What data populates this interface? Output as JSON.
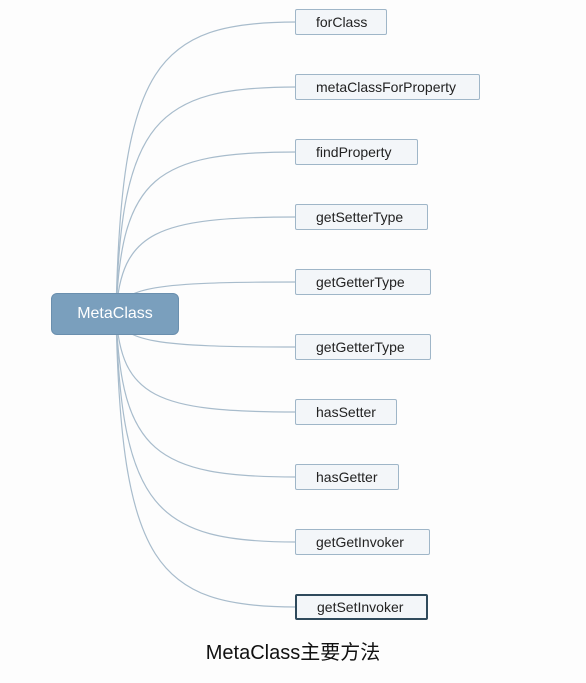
{
  "root": {
    "label": "MetaClass"
  },
  "children": [
    {
      "label": "forClass",
      "selected": false
    },
    {
      "label": "metaClassForProperty",
      "selected": false
    },
    {
      "label": "findProperty",
      "selected": false
    },
    {
      "label": "getSetterType",
      "selected": false
    },
    {
      "label": "getGetterType",
      "selected": false
    },
    {
      "label": "getGetterType",
      "selected": false
    },
    {
      "label": "hasSetter",
      "selected": false
    },
    {
      "label": "hasGetter",
      "selected": false
    },
    {
      "label": "getGetInvoker",
      "selected": false
    },
    {
      "label": "getSetInvoker",
      "selected": true
    }
  ],
  "caption": "MetaClass主要方法",
  "colors": {
    "root_fill": "#7a9fbd",
    "node_fill": "#f3f6f9",
    "node_border": "#9fb6c8",
    "selected_border": "#2f4a5c",
    "connector": "#a8bccc"
  }
}
